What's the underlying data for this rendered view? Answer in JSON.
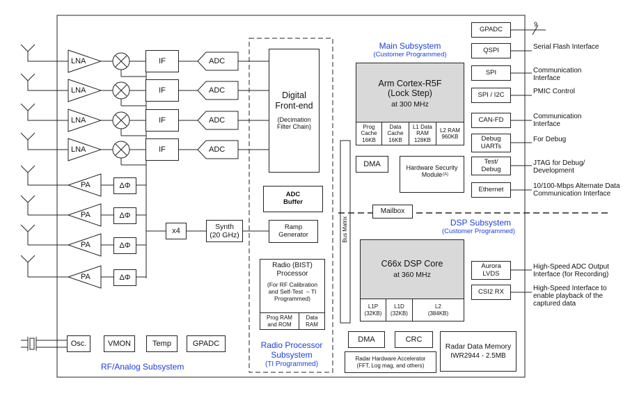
{
  "rf": {
    "lna": "LNA",
    "if": "IF",
    "adc": "ADC",
    "pa": "PA",
    "phase": "ΔΦ",
    "x4": "x4",
    "synth": "Synth\n(20 GHz)",
    "osc": "Osc.",
    "vmon": "VMON",
    "temp": "Temp",
    "gpadc": "GPADC",
    "title": "RF/Analog Subsystem"
  },
  "radio": {
    "dfe_title": "Digital\nFront-end",
    "dfe_sub": "(Decimation\nFilter Chain)",
    "adc_buffer": "ADC\nBuffer",
    "ramp": "Ramp\nGenerator",
    "bist_title": "Radio (BIST)\nProcessor",
    "bist_sub": "(For RF Calibration\nand Self-Test  – TI\nProgrammed)",
    "prog_ram": "Prog RAM\nand ROM",
    "data_ram": "Data\nRAM",
    "title": "Radio Processor\nSubsystem",
    "subtitle": "(TI Programmed)"
  },
  "bus": {
    "label": "Bus Matrix"
  },
  "main": {
    "title": "Main Subsystem",
    "subtitle": "(Customer Programmed)",
    "cpu": "Arm Cortex-R5F\n(Lock Step)",
    "cpu_freq": "at 300 MHz",
    "prog_cache": "Prog\nCache\n16KB",
    "data_cache": "Data\nCache\n16KB",
    "l1_data_ram": "L1 Data\nRAM\n128KB",
    "l2_ram": "L2 RAM\n960KB",
    "dma": "DMA",
    "hsm": "Hardware Security\nModule",
    "hsm_note": "(A)",
    "mailbox": "Mailbox"
  },
  "dsp": {
    "title": "DSP Subsystem",
    "subtitle": "(Customer Programmed)",
    "core": "C66x DSP Core",
    "core_freq": "at 360 MHz",
    "l1p": "L1P\n(32KB)",
    "l1d": "L1D\n(32KB)",
    "l2": "L2\n(384KB)",
    "dma": "DMA",
    "crc": "CRC",
    "hwa": "Radar Hardware Accelerator\n(FFT, Log mag, and others)",
    "radar_mem": "Radar Data Memory",
    "radar_mem_sub": "IWR2944 - 2.5MB"
  },
  "peripherals": [
    {
      "name": "GPADC",
      "desc": ""
    },
    {
      "name": "QSPI",
      "desc": "Serial Flash Interface"
    },
    {
      "name": "SPI",
      "desc": "Communication\nInterface"
    },
    {
      "name": "SPI / I2C",
      "desc": "PMIC Control"
    },
    {
      "name": "CAN-FD",
      "desc": "Communication\nInterface"
    },
    {
      "name": "Debug\nUARTs",
      "desc": "For Debug"
    },
    {
      "name": "Test/\nDebug",
      "desc": "JTAG for Debug/\nDevelopment"
    },
    {
      "name": "Ethernet",
      "desc": "10/100-Mbps Alternate Data\nCommunication Interface"
    },
    {
      "name": "Aurora\nLVDS",
      "desc": "High-Speed ADC Output\nInterface (for Recording)"
    },
    {
      "name": "CSI2 RX",
      "desc": "High-Speed Interface to\nenable playback of the\ncaptured data"
    }
  ],
  "gpadc_bus_width": "9",
  "colors": {
    "accent": "#1a3fd8",
    "core_fill": "#d9d9d9"
  }
}
